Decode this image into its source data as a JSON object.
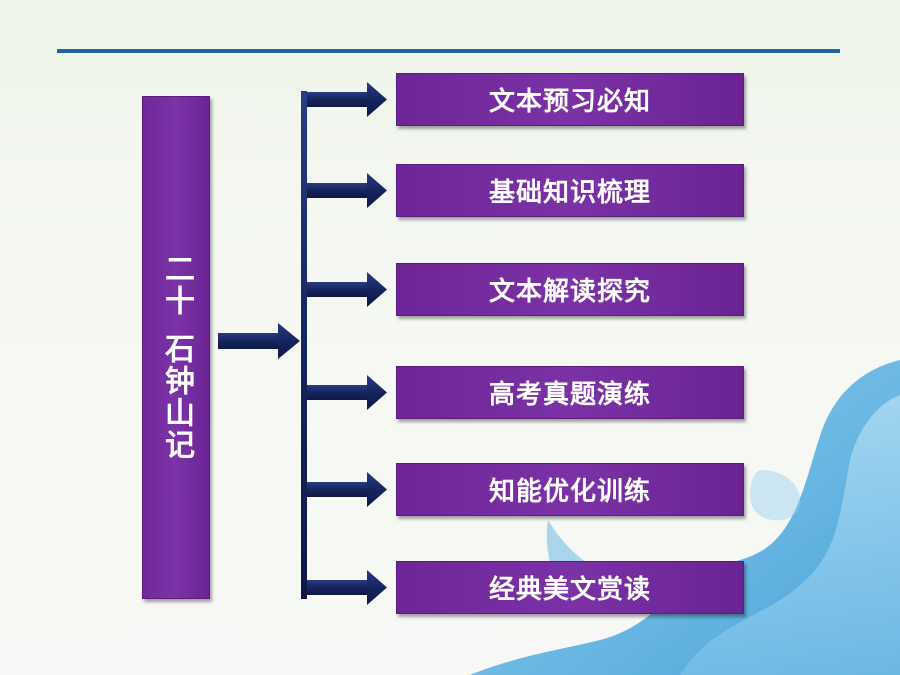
{
  "title": {
    "number": "二十",
    "name": "石钟山记"
  },
  "menu_items": [
    {
      "label": "文本预习必知"
    },
    {
      "label": "基础知识梳理"
    },
    {
      "label": "文本解读探究"
    },
    {
      "label": "高考真题演练"
    },
    {
      "label": "知能优化训练"
    },
    {
      "label": "经典美文赏读"
    }
  ],
  "colors": {
    "accent_purple": "#7a32a6",
    "arrow_navy": "#16245e",
    "rule_blue": "#1f63a6",
    "water_blue": "#5fb3e3"
  }
}
